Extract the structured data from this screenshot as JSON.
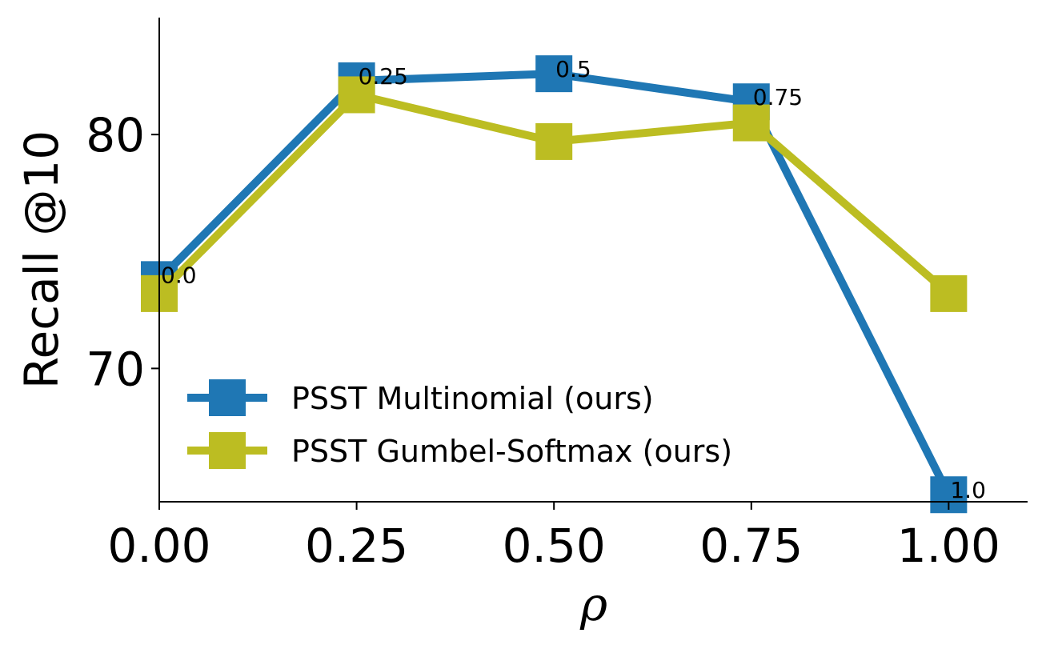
{
  "chart_data": {
    "type": "line",
    "xlabel": "ρ",
    "ylabel": "Recall @10",
    "x": [
      0.0,
      0.25,
      0.5,
      0.75,
      1.0
    ],
    "xlim": [
      0.0,
      1.1
    ],
    "ylim": [
      64.3,
      85.0
    ],
    "xticks": [
      0.0,
      0.25,
      0.5,
      0.75,
      1.0
    ],
    "xtick_labels": [
      "0.00",
      "0.25",
      "0.50",
      "0.75",
      "1.00"
    ],
    "yticks": [
      70,
      80
    ],
    "ytick_labels": [
      "70",
      "80"
    ],
    "point_labels": [
      "0.0",
      "0.25",
      "0.5",
      "0.75",
      "1.0"
    ],
    "grid": false,
    "legend_position": "bottom-left",
    "series": [
      {
        "name": "PSST Multinomial (ours)",
        "color": "#1f77b4",
        "values": [
          73.8,
          82.3,
          82.6,
          81.4,
          64.6
        ]
      },
      {
        "name": "PSST Gumbel-Softmax (ours)",
        "color": "#bcbd22",
        "values": [
          73.2,
          81.7,
          79.7,
          80.5,
          73.2
        ]
      }
    ]
  }
}
